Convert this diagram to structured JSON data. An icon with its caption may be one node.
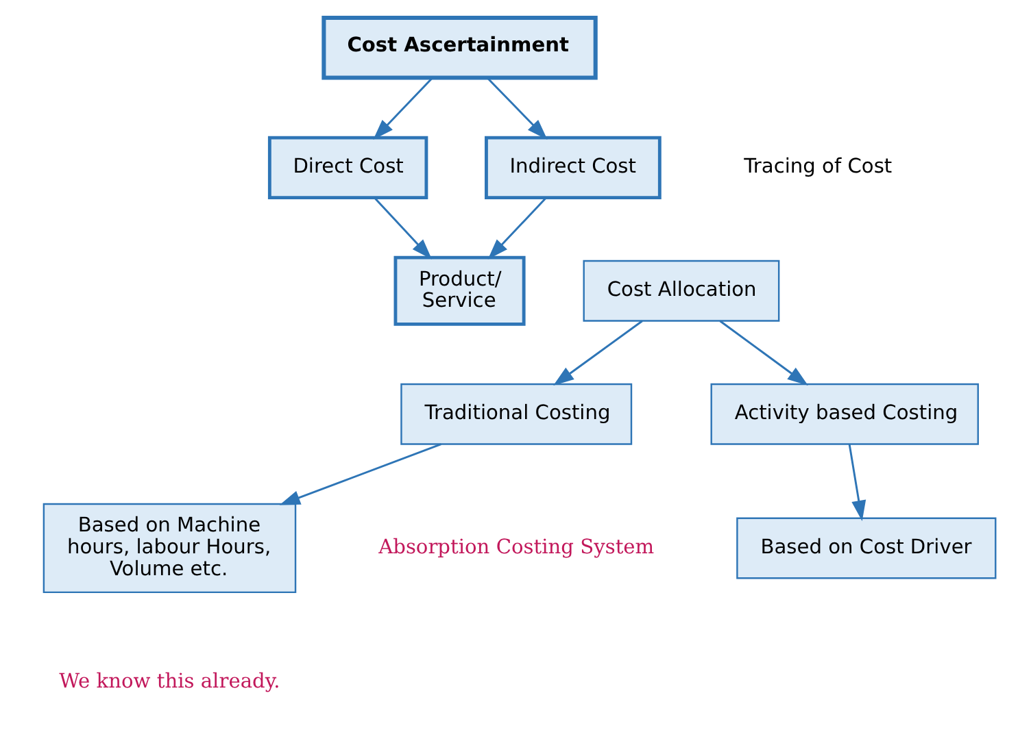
{
  "diagram": {
    "nodes": [
      {
        "text": [
          "Cost Ascertainment"
        ]
      },
      {
        "text": [
          "Direct Cost"
        ]
      },
      {
        "text": [
          "Indirect Cost"
        ]
      },
      {
        "text": [
          "Product/ Service"
        ]
      },
      {
        "text": [
          "Cost Allocation"
        ]
      },
      {
        "text": [
          "Traditional Costing"
        ]
      },
      {
        "text": [
          "Activity based Costing"
        ]
      },
      {
        "text": [
          "Based on Machine hours, labour Hours, Volume etc."
        ]
      },
      {
        "text": [
          "Based on Cost Driver"
        ]
      }
    ],
    "edges": [
      {
        "from": 0,
        "to": 1,
        "arrow": "to"
      },
      {
        "from": 0,
        "to": 2,
        "arrow": "to"
      },
      {
        "from": 1,
        "to": 3,
        "arrow": "to"
      },
      {
        "from": 2,
        "to": 3,
        "arrow": "to"
      },
      {
        "from": 4,
        "to": 5,
        "arrow": "to"
      },
      {
        "from": 4,
        "to": 6,
        "arrow": "to"
      },
      {
        "from": 5,
        "to": 7,
        "arrow": "to"
      },
      {
        "from": 6,
        "to": 8,
        "arrow": "to"
      }
    ],
    "labels": [
      "Tracing of Cost",
      "Absorption Costing System",
      "We know this already."
    ]
  }
}
